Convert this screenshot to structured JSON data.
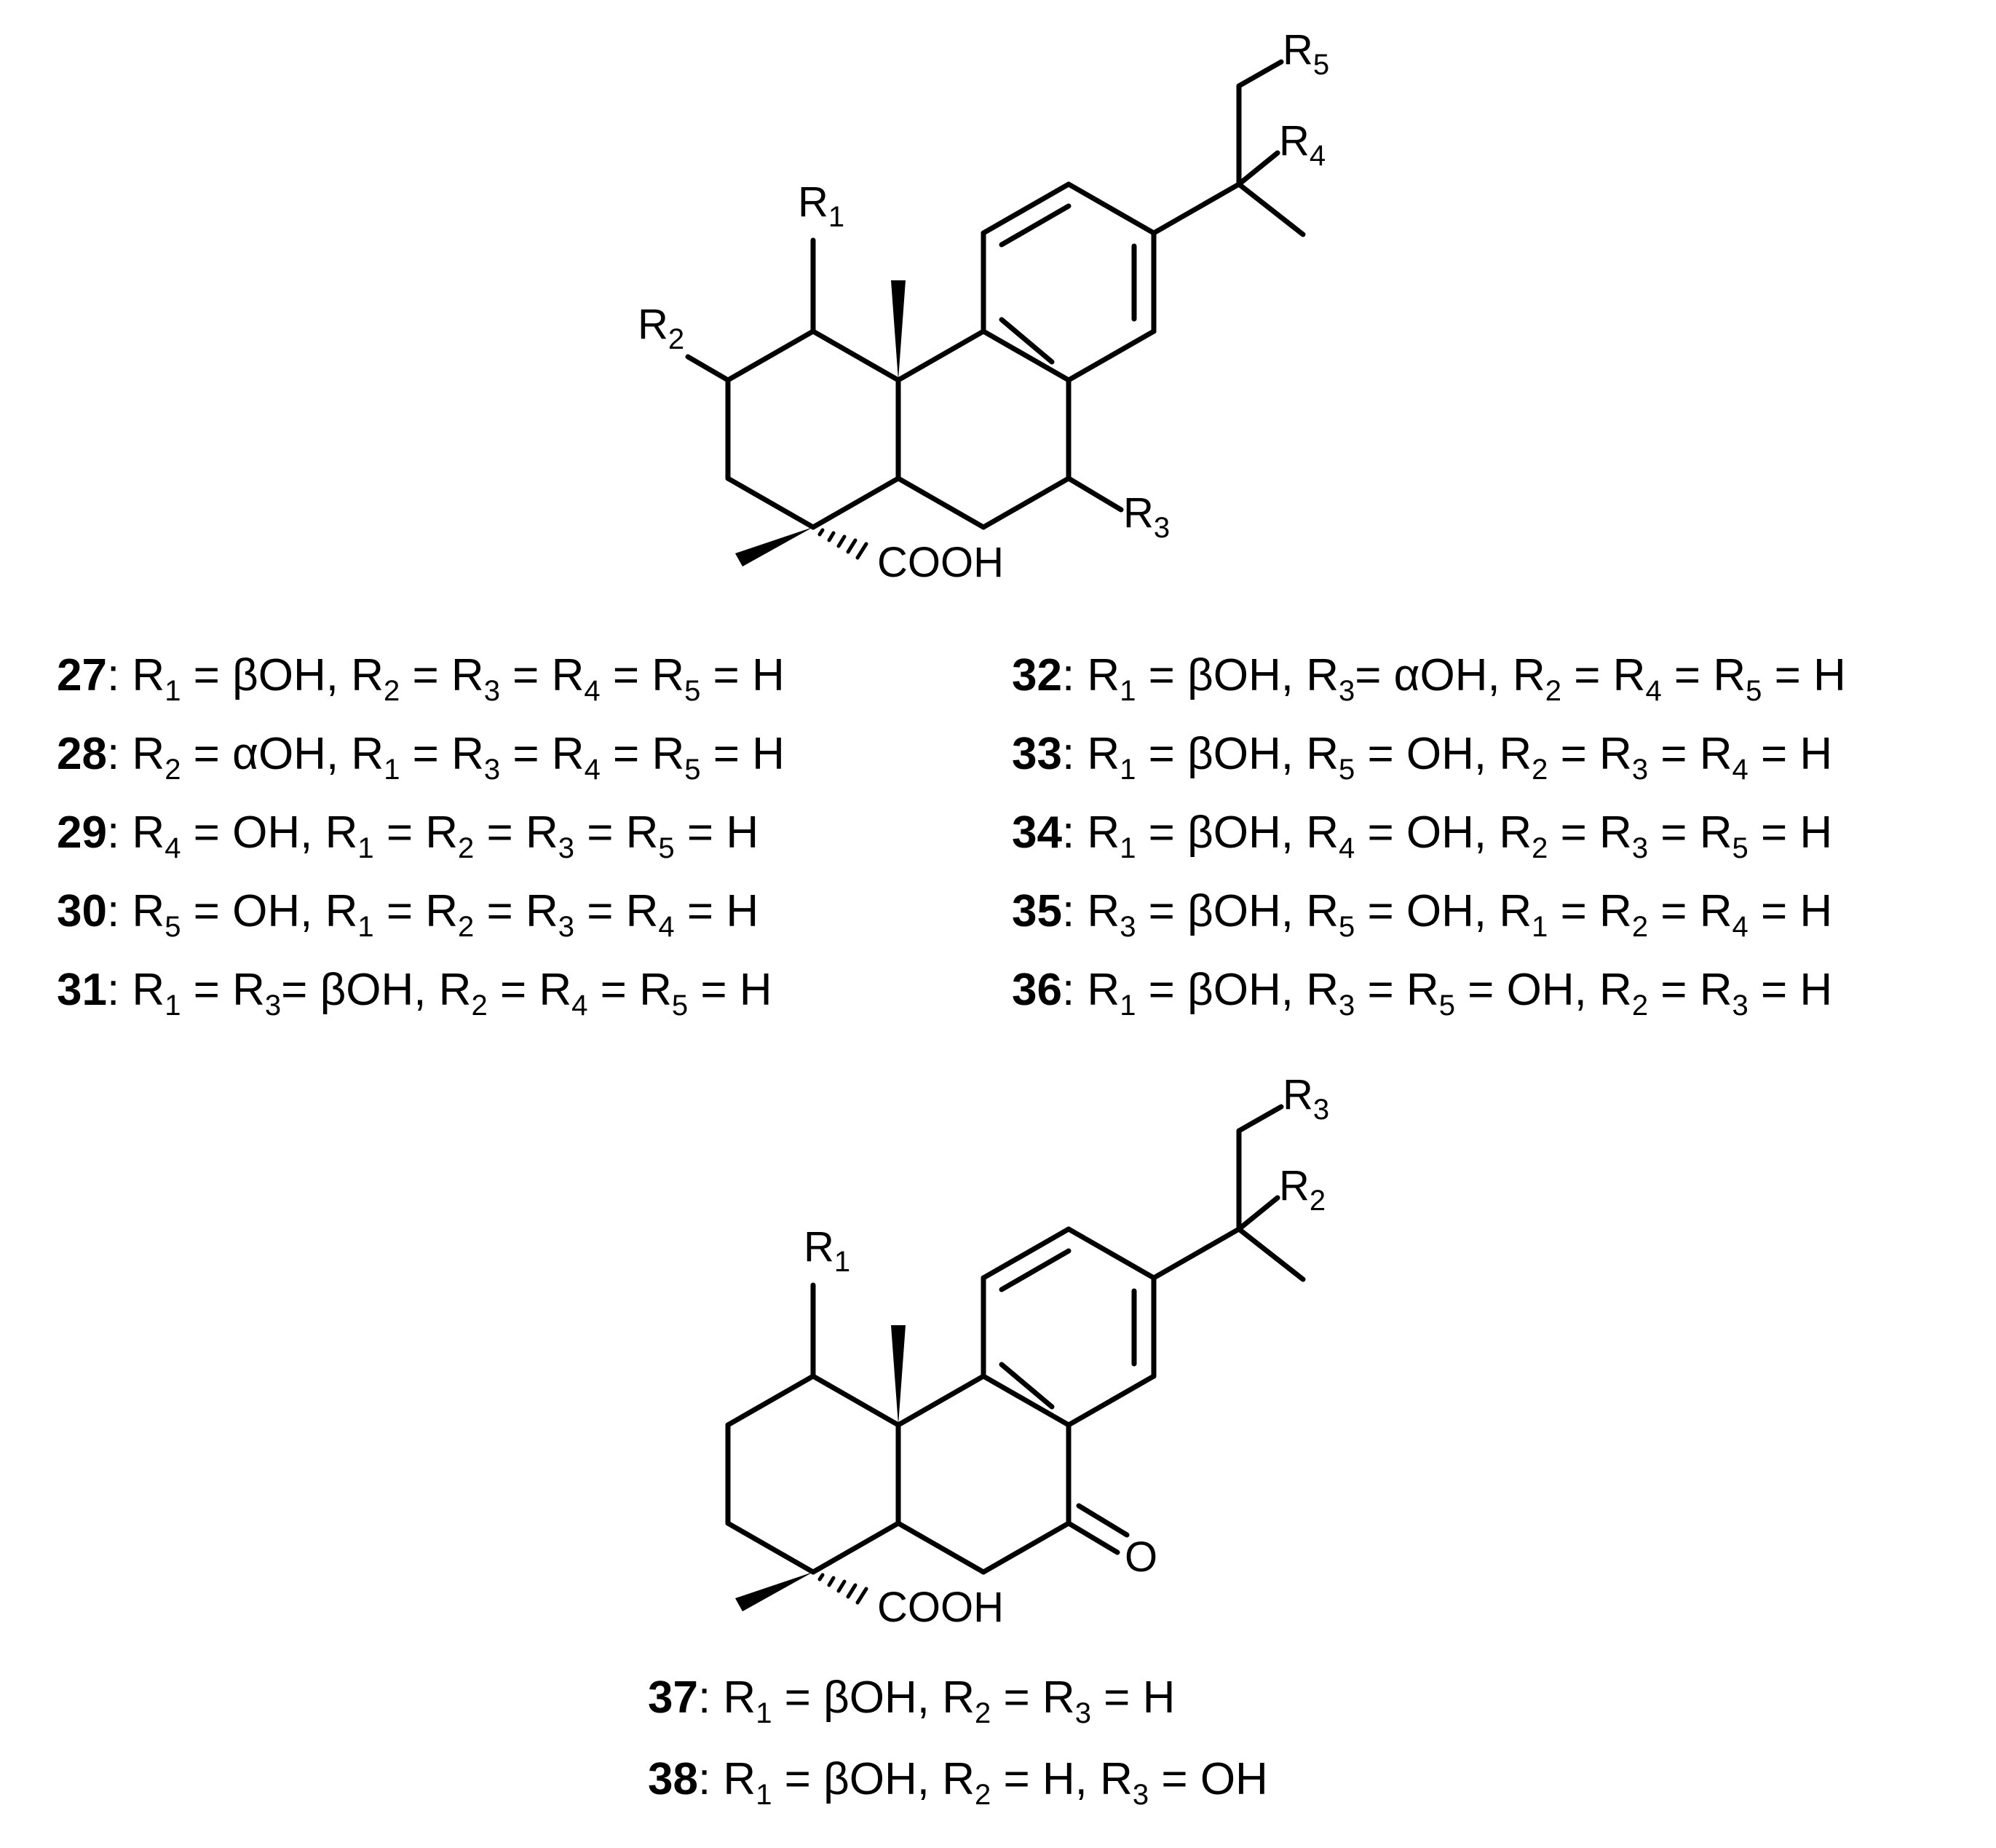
{
  "structure_a": {
    "labels": {
      "r1": "R1",
      "r2": "R2",
      "r3": "R3",
      "r4": "R4",
      "r5": "R5",
      "acid": "COOH"
    }
  },
  "structure_b": {
    "labels": {
      "r1": "R1",
      "r2": "R2",
      "r3": "R3",
      "acid": "COOH",
      "oxo": "O"
    }
  },
  "compounds_a_left": [
    "**27**: R_1_ = βOH, R_2_ = R_3_ = R_4_ = R_5_ = H",
    "**28**: R_2_ = αOH, R_1_ = R_3_ = R_4_ = R_5_ = H",
    "**29**: R_4_ = OH, R_1_ = R_2_ = R_3_ = R_5_ = H",
    "**30**: R_5_ = OH, R_1_ = R_2_ = R_3_ = R_4_ = H",
    "**31**: R_1_ = R_3_= βOH, R_2_ = R_4_ = R_5_ = H"
  ],
  "compounds_a_right": [
    "**32**: R_1_ = βOH, R_3_= αOH, R_2_ = R_4_ = R_5_ = H",
    "**33**: R_1_ = βOH, R_5_ = OH, R_2_ = R_3_ = R_4_ = H",
    "**34**: R_1_ = βOH, R_4_ = OH, R_2_ = R_3_ = R_5_ = H",
    "**35**: R_3_ = βOH, R_5_ = OH, R_1_ = R_2_ = R_4_ = H",
    "**36**: R_1_ = βOH, R_3_ = R_5_ = OH, R_2_ = R_3_ = H"
  ],
  "compounds_b": [
    "**37**: R_1_ = βOH, R_2_ = R_3_ = H",
    "**38**: R_1_ = βOH, R_2_ = H, R_3_ = OH"
  ]
}
